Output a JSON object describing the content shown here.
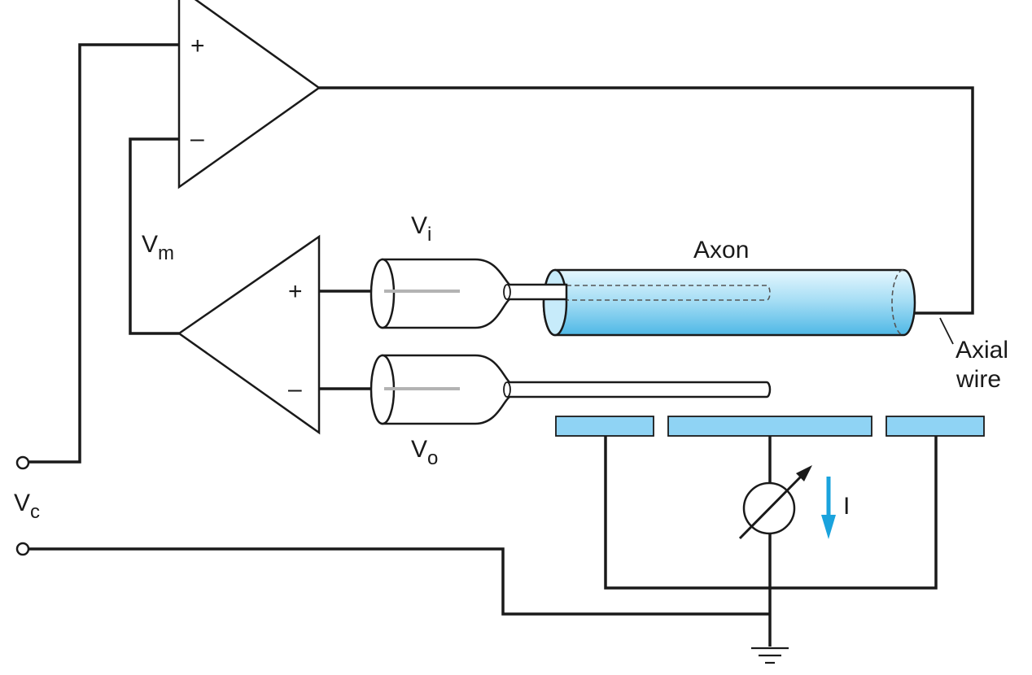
{
  "labels": {
    "vm_main": "V",
    "vm_sub": "m",
    "vi_main": "V",
    "vi_sub": "i",
    "vo_main": "V",
    "vo_sub": "o",
    "vc_main": "V",
    "vc_sub": "c",
    "axon": "Axon",
    "axial_wire_line1": "Axial",
    "axial_wire_line2": "wire",
    "current": "I"
  },
  "amp_signs": {
    "top_plus": "+",
    "top_minus": "–",
    "bottom_plus": "+",
    "bottom_minus": "–"
  },
  "colors": {
    "wire": "#1a1a1a",
    "electrode_plate": "#8fd3f4",
    "axon_fill": "#a9dff5",
    "current_arrow": "#1aa3dd",
    "electrode_core": "#b3b3b3"
  },
  "icons": {
    "ground": "ground-symbol-icon",
    "ammeter": "variable-ammeter-icon",
    "current_direction": "down-arrow-icon"
  }
}
